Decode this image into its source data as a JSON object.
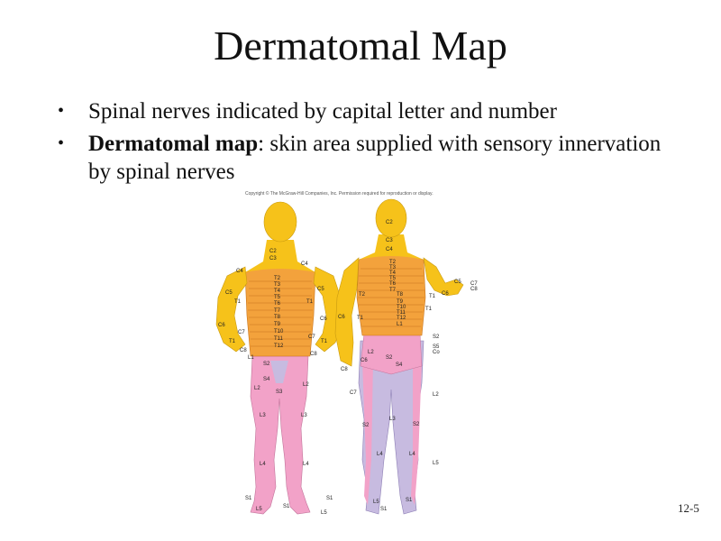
{
  "slide": {
    "title": "Dermatomal Map",
    "bullets": [
      {
        "plain": "Spinal nerves indicated by capital letter and number"
      },
      {
        "bold": "Dermatomal map",
        "rest": ": skin area supplied with sensory innervation by spinal nerves"
      }
    ],
    "slide_number": "12-5"
  },
  "figure": {
    "copyright": "Copyright © The McGraw-Hill Companies, Inc. Permission required for reproduction or display.",
    "front_labels": [
      "C2",
      "C3",
      "C4",
      "C4",
      "C5",
      "C5",
      "T1",
      "T1",
      "T2",
      "T3",
      "T4",
      "T5",
      "T6",
      "T7",
      "T8",
      "T9",
      "T10",
      "T11",
      "T12",
      "C6",
      "C6",
      "C7",
      "C7",
      "T1",
      "T1",
      "C8",
      "C8",
      "L1",
      "S2",
      "S3",
      "S4",
      "L2",
      "L2",
      "L3",
      "L3",
      "L4",
      "L4",
      "S1",
      "S1",
      "L5",
      "L5",
      "S1"
    ],
    "back_labels": [
      "C2",
      "C3",
      "C4",
      "T2",
      "T3",
      "T4",
      "T5",
      "T6",
      "T7",
      "T8",
      "T9",
      "T10",
      "T11",
      "T12",
      "L1",
      "C5",
      "C6",
      "C7",
      "C8",
      "T2",
      "T1",
      "T1",
      "T1",
      "C6",
      "S2",
      "S5",
      "Co",
      "L2",
      "S2",
      "S4",
      "C6",
      "C8",
      "C7",
      "L2",
      "L3",
      "S2",
      "S2",
      "L4",
      "L4",
      "L5",
      "L5",
      "S1",
      "S1"
    ],
    "colors": {
      "cervical": "#f6c21a",
      "thoracic": "#f3a23c",
      "lumbar": "#f2a2c8",
      "sacral": "#c7bbe0",
      "stripe": "#c8741c"
    }
  }
}
